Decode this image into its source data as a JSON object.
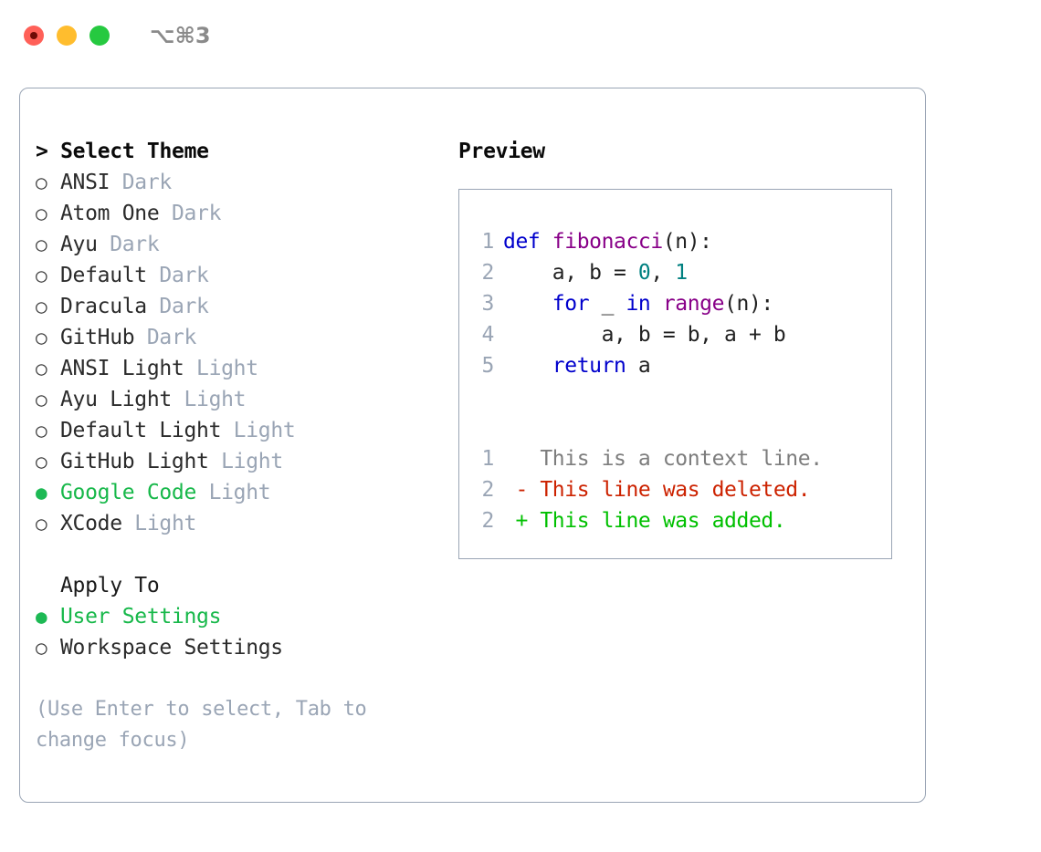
{
  "titlebar": {
    "shortcut": "⌥⌘3",
    "buttons": {
      "close": "close",
      "minimize": "minimize",
      "maximize": "maximize"
    }
  },
  "left": {
    "heading": "> Select Theme",
    "bullet_unselected": "○",
    "bullet_selected": "●",
    "themes": [
      {
        "name": "ANSI",
        "kind": "Dark",
        "selected": false
      },
      {
        "name": "Atom One",
        "kind": "Dark",
        "selected": false
      },
      {
        "name": "Ayu",
        "kind": "Dark",
        "selected": false
      },
      {
        "name": "Default",
        "kind": "Dark",
        "selected": false
      },
      {
        "name": "Dracula",
        "kind": "Dark",
        "selected": false
      },
      {
        "name": "GitHub",
        "kind": "Dark",
        "selected": false
      },
      {
        "name": "ANSI Light",
        "kind": "Light",
        "selected": false
      },
      {
        "name": "Ayu Light",
        "kind": "Light",
        "selected": false
      },
      {
        "name": "Default Light",
        "kind": "Light",
        "selected": false
      },
      {
        "name": "GitHub Light",
        "kind": "Light",
        "selected": false
      },
      {
        "name": "Google Code",
        "kind": "Light",
        "selected": true
      },
      {
        "name": "XCode",
        "kind": "Light",
        "selected": false
      }
    ],
    "apply_to": {
      "heading": "Apply To",
      "options": [
        {
          "name": "User Settings",
          "selected": true
        },
        {
          "name": "Workspace Settings",
          "selected": false
        }
      ]
    },
    "hint": "(Use Enter to select, Tab to change focus)"
  },
  "right": {
    "title": "Preview",
    "code_lines": [
      {
        "num": "1",
        "tokens": [
          {
            "t": "def ",
            "c": "kw"
          },
          {
            "t": "fibonacci",
            "c": "fn"
          },
          {
            "t": "(n):",
            "c": "pl"
          }
        ]
      },
      {
        "num": "2",
        "tokens": [
          {
            "t": "    a, b = ",
            "c": "pl"
          },
          {
            "t": "0",
            "c": "num"
          },
          {
            "t": ", ",
            "c": "pl"
          },
          {
            "t": "1",
            "c": "num"
          }
        ]
      },
      {
        "num": "3",
        "tokens": [
          {
            "t": "    ",
            "c": "pl"
          },
          {
            "t": "for",
            "c": "kw"
          },
          {
            "t": " _ ",
            "c": "pl"
          },
          {
            "t": "in",
            "c": "kw"
          },
          {
            "t": " ",
            "c": "pl"
          },
          {
            "t": "range",
            "c": "fn"
          },
          {
            "t": "(n):",
            "c": "pl"
          }
        ]
      },
      {
        "num": "4",
        "tokens": [
          {
            "t": "        a, b = b, a + b",
            "c": "pl"
          }
        ]
      },
      {
        "num": "5",
        "tokens": [
          {
            "t": "    ",
            "c": "pl"
          },
          {
            "t": "return",
            "c": "kw"
          },
          {
            "t": " a",
            "c": "pl"
          }
        ]
      }
    ],
    "diff_lines": [
      {
        "num": "1",
        "marker": " ",
        "text": " This is a context line.",
        "kind": "ctx"
      },
      {
        "num": "2",
        "marker": "-",
        "text": " This line was deleted.",
        "kind": "del"
      },
      {
        "num": "2",
        "marker": "+",
        "text": " This line was added.",
        "kind": "add"
      }
    ]
  },
  "colors": {
    "selection_green": "#17b84a",
    "muted": "#9aa5b5",
    "border": "#9aa5b5",
    "keyword": "#0000cc",
    "function": "#880088",
    "number": "#008080",
    "diff_add": "#00c000",
    "diff_del": "#cc2200",
    "diff_ctx": "#7d7d7d"
  }
}
